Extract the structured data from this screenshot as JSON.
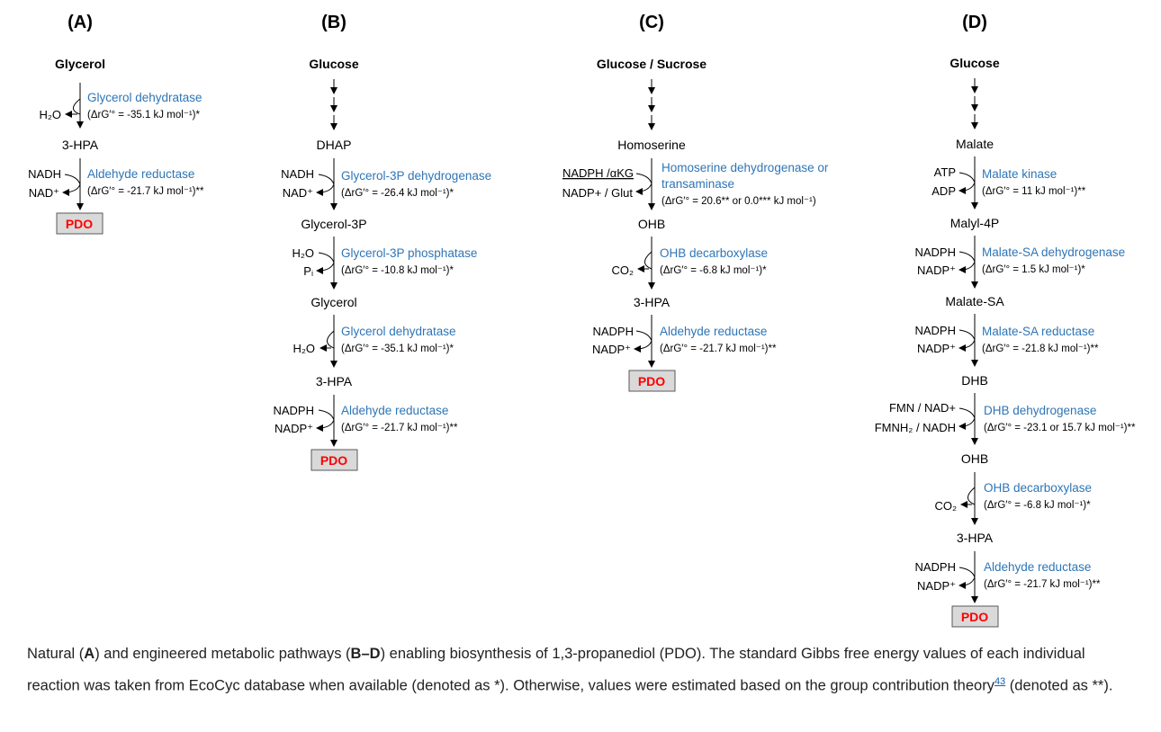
{
  "panels": [
    {
      "label": "(A)",
      "start": "Glycerol",
      "steps": [
        {
          "enzyme": "Glycerol dehydratase",
          "dg": "(ΔrG′° = -35.1 kJ mol⁻¹)*",
          "in": "",
          "out": "H₂O",
          "product": "3-HPA"
        },
        {
          "enzyme": "Aldehyde reductase",
          "dg": "(ΔrG′° = -21.7 kJ mol⁻¹)**",
          "in": "NADH",
          "out": "NAD⁺",
          "product": "PDO"
        }
      ]
    },
    {
      "label": "(B)",
      "start": "Glucose",
      "intermediate": "DHAP",
      "steps": [
        {
          "enzyme": "Glycerol-3P dehydrogenase",
          "dg": "(ΔrG′° = -26.4 kJ mol⁻¹)*",
          "in": "NADH",
          "out": "NAD⁺",
          "product": "Glycerol-3P"
        },
        {
          "enzyme": "Glycerol-3P phosphatase",
          "dg": "(ΔrG′° = -10.8 kJ mol⁻¹)*",
          "in": "H₂O",
          "out": "Pᵢ",
          "product": "Glycerol"
        },
        {
          "enzyme": "Glycerol dehydratase",
          "dg": "(ΔrG′° = -35.1 kJ mol⁻¹)*",
          "in": "",
          "out": "H₂O",
          "product": "3-HPA"
        },
        {
          "enzyme": "Aldehyde reductase",
          "dg": "(ΔrG′° = -21.7 kJ mol⁻¹)**",
          "in": "NADPH",
          "out": "NADP⁺",
          "product": "PDO"
        }
      ]
    },
    {
      "label": "(C)",
      "start": "Glucose / Sucrose",
      "intermediate": "Homoserine",
      "steps": [
        {
          "enzyme": "Homoserine dehydrogenase or transaminase",
          "enzyme_line1": "Homoserine dehydrogenase or",
          "enzyme_line2": "transaminase",
          "dg": "(ΔrG′° = 20.6** or 0.0*** kJ mol⁻¹)",
          "in": "NADPH /αKG",
          "out": "NADP+ / Glut",
          "product": "OHB"
        },
        {
          "enzyme": "OHB decarboxylase",
          "dg": "(ΔrG′° = -6.8 kJ mol⁻¹)*",
          "in": "",
          "out": "CO₂",
          "product": "3-HPA"
        },
        {
          "enzyme": "Aldehyde reductase",
          "dg": "(ΔrG′° = -21.7 kJ mol⁻¹)**",
          "in": "NADPH",
          "out": "NADP⁺",
          "product": "PDO"
        }
      ]
    },
    {
      "label": "(D)",
      "start": "Glucose",
      "intermediate": "Malate",
      "steps": [
        {
          "enzyme": "Malate kinase",
          "dg": "(ΔrG′° = 11 kJ mol⁻¹)**",
          "in": "ATP",
          "out": "ADP",
          "product": "Malyl-4P"
        },
        {
          "enzyme": "Malate-SA dehydrogenase",
          "dg": "(ΔrG′° = 1.5 kJ mol⁻¹)*",
          "in": "NADPH",
          "out": "NADP⁺",
          "product": "Malate-SA"
        },
        {
          "enzyme": "Malate-SA reductase",
          "dg": "(ΔrG′° = -21.8 kJ mol⁻¹)**",
          "in": "NADPH",
          "out": "NADP⁺",
          "product": "DHB"
        },
        {
          "enzyme": "DHB dehydrogenase",
          "dg": "(ΔrG′° = -23.1 or 15.7 kJ mol⁻¹)**",
          "in": "FMN / NAD+",
          "out": "FMNH₂ / NADH",
          "product": "OHB"
        },
        {
          "enzyme": "OHB decarboxylase",
          "dg": "(ΔrG′° = -6.8 kJ mol⁻¹)*",
          "in": "",
          "out": "CO₂",
          "product": "3-HPA"
        },
        {
          "enzyme": "Aldehyde reductase",
          "dg": "(ΔrG′° = -21.7 kJ mol⁻¹)**",
          "in": "NADPH",
          "out": "NADP⁺",
          "product": "PDO"
        }
      ]
    }
  ],
  "caption": {
    "p1": "Natural (",
    "b1": "A",
    "p2": ") and engineered metabolic pathways (",
    "b2": "B–D",
    "p3": ") enabling biosynthesis of 1,3-propanediol (PDO). The standard Gibbs free energy values of each individual reaction was taken from EcoCyc database when available (denoted as *). Otherwise, values were estimated based on the group contribution theory",
    "ref": "43",
    "p4": " (denoted as **)."
  }
}
